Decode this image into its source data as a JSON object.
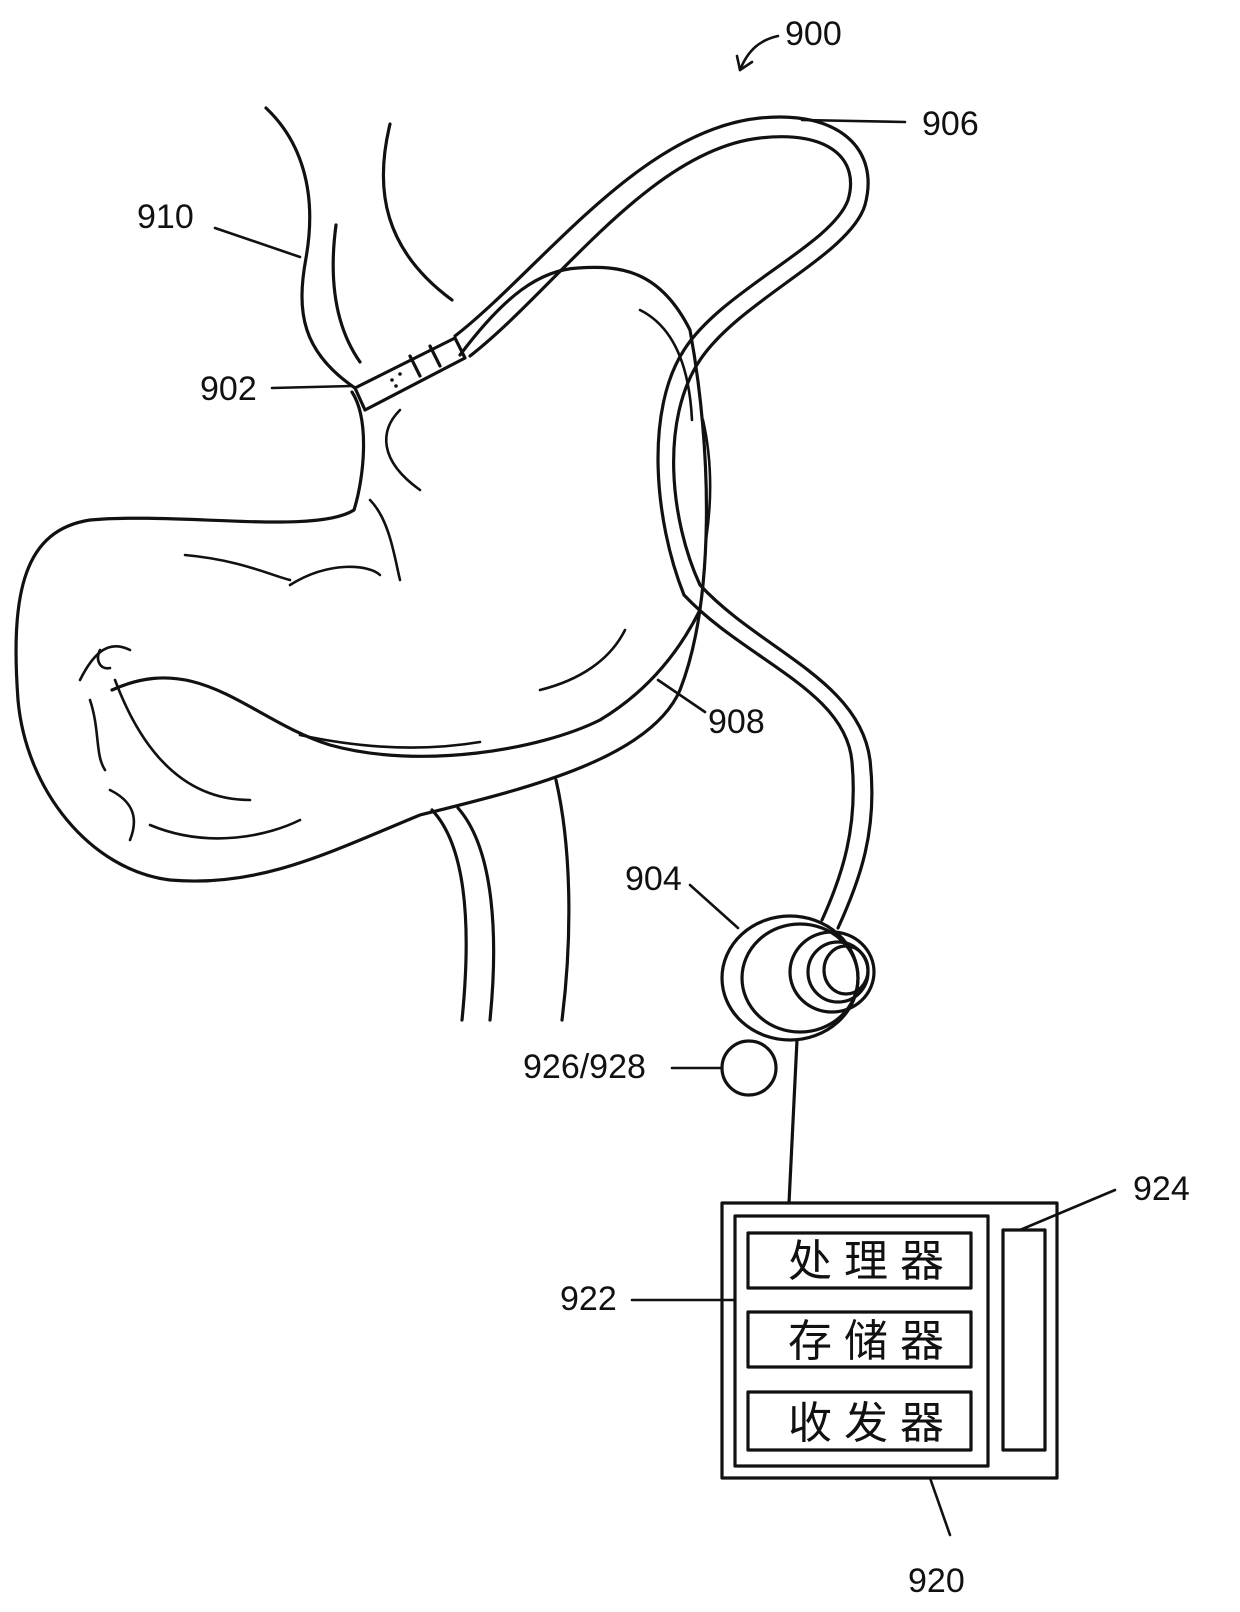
{
  "figure": {
    "labels": {
      "system": "900",
      "tubing": "906",
      "esophagus": "910",
      "band": "902",
      "stomach": "908",
      "port": "904",
      "sensor": "926/928",
      "housing": "922",
      "display": "924",
      "controller": "920"
    },
    "modules": {
      "processor": "处理器",
      "memory": "存储器",
      "transceiver": "收发器"
    }
  }
}
